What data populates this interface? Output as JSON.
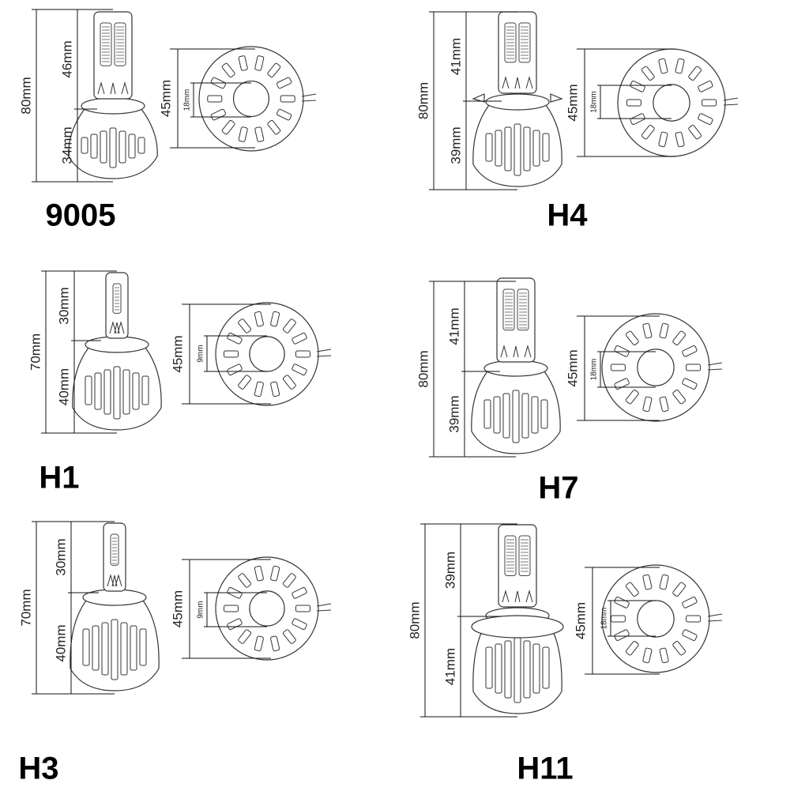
{
  "bulbs": [
    {
      "model": "9005",
      "total": "80mm",
      "upper": "46mm",
      "lower": "34mm",
      "diameter": "45mm",
      "inner": "18mm"
    },
    {
      "model": "H4",
      "total": "80mm",
      "upper": "41mm",
      "lower": "39mm",
      "diameter": "45mm",
      "inner": "18mm"
    },
    {
      "model": "H1",
      "total": "70mm",
      "upper": "30mm",
      "lower": "40mm",
      "diameter": "45mm",
      "inner": "9mm"
    },
    {
      "model": "H7",
      "total": "80mm",
      "upper": "41mm",
      "lower": "39mm",
      "diameter": "45mm",
      "inner": "18mm"
    },
    {
      "model": "H3",
      "total": "70mm",
      "upper": "30mm",
      "lower": "40mm",
      "diameter": "45mm",
      "inner": "9mm"
    },
    {
      "model": "H11",
      "total": "80mm",
      "upper": "39mm",
      "lower": "41mm",
      "diameter": "45mm",
      "inner": "18mm"
    }
  ]
}
